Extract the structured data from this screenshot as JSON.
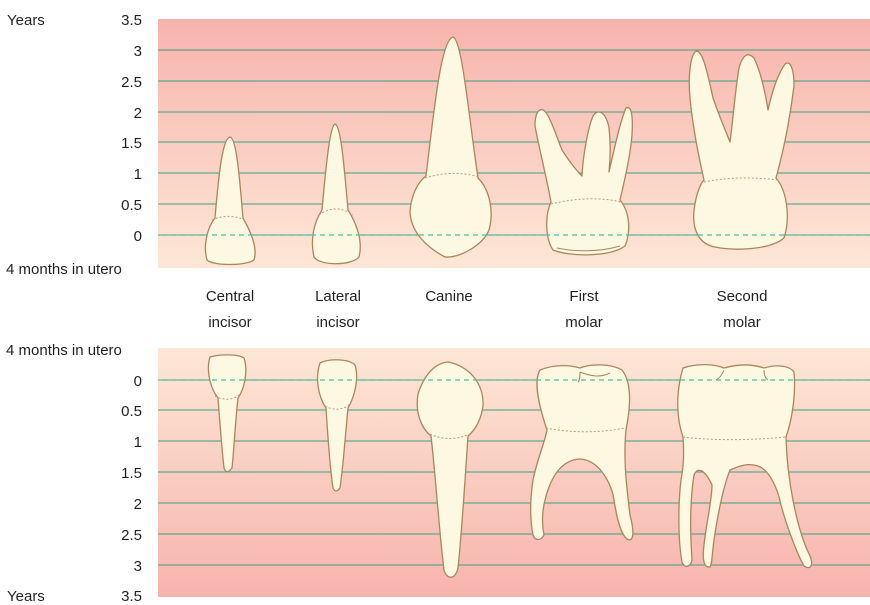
{
  "upper_axis": {
    "unit_label": "Years",
    "bottom_label": "4 months in utero",
    "ticks": [
      "3.5",
      "3",
      "2.5",
      "2",
      "1.5",
      "1",
      "0.5",
      "0"
    ]
  },
  "lower_axis": {
    "top_label": "4 months in utero",
    "unit_label": "Years",
    "ticks": [
      "0",
      "0.5",
      "1",
      "1.5",
      "2",
      "2.5",
      "3",
      "3.5"
    ]
  },
  "teeth": [
    {
      "line1": "Central",
      "line2": "incisor"
    },
    {
      "line1": "Lateral",
      "line2": "incisor"
    },
    {
      "line1": "Canine",
      "line2": ""
    },
    {
      "line1": "First",
      "line2": "molar"
    },
    {
      "line1": "Second",
      "line2": "molar"
    }
  ],
  "colors": {
    "band_top": "#f7b3ad",
    "band_bottom": "#fde7d6",
    "gridline": "#3aa183",
    "tooth_fill": "#fcf8e1",
    "tooth_outline": "#a8865e"
  }
}
